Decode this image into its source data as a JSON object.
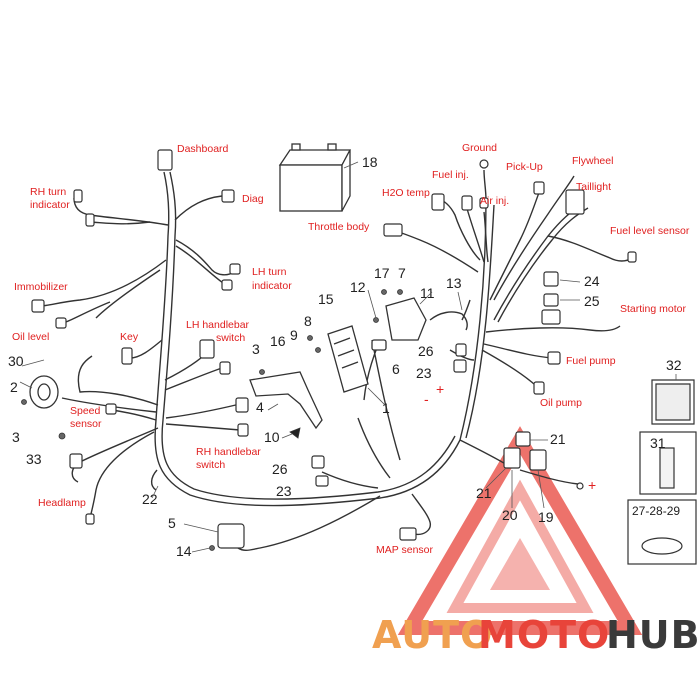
{
  "labels": {
    "dashboard": "Dashboard",
    "diag": "Diag",
    "rh_turn_1": "RH turn",
    "rh_turn_2": "indicator",
    "immobilizer": "Immobilizer",
    "oil_level": "Oil level",
    "key": "Key",
    "lh_turn_1": "LH turn",
    "lh_turn_2": "indicator",
    "lh_switch_1": "LH handlebar",
    "lh_switch_2": "switch",
    "speed_1": "Speed",
    "speed_2": "sensor",
    "rh_switch_1": "RH handlebar",
    "rh_switch_2": "switch",
    "headlamp": "Headlamp",
    "map_sensor": "MAP sensor",
    "ground": "Ground",
    "fuel_inj": "Fuel inj.",
    "h2o_temp": "H2O temp",
    "air_inj": "Air inj.",
    "pick_up": "Pick-Up",
    "flywheel": "Flywheel",
    "taillight": "Taillight",
    "throttle_body": "Throttle body",
    "fuel_level_sensor": "Fuel level sensor",
    "starting_motor": "Starting motor",
    "fuel_pump": "Fuel pump",
    "oil_pump": "Oil pump",
    "minus": "-",
    "plus": "+",
    "plus2": "+"
  },
  "numbers": {
    "n1": "1",
    "n2": "2",
    "n3a": "3",
    "n3b": "3",
    "n4": "4",
    "n5": "5",
    "n6": "6",
    "n7": "7",
    "n8": "8",
    "n9": "9",
    "n10": "10",
    "n11": "11",
    "n12": "12",
    "n13": "13",
    "n14": "14",
    "n15": "15",
    "n16": "16",
    "n17": "17",
    "n18": "18",
    "n19": "19",
    "n20": "20",
    "n21a": "21",
    "n21b": "21",
    "n22": "22",
    "n23a": "23",
    "n23b": "23",
    "n24": "24",
    "n25": "25",
    "n26a": "26",
    "n26b": "26",
    "n30": "30",
    "n31": "31",
    "n32": "32",
    "n33": "33",
    "n27_28_29": "27-28-29"
  },
  "watermark": {
    "part1": "AUTO",
    "part2": "MOTO",
    "part3": "HUB"
  },
  "colors": {
    "label_red": "#e02020",
    "line": "#333333",
    "watermark_red": "#e8443a",
    "watermark_orange": "#f0a050",
    "watermark_dark": "#3a3a3a"
  }
}
